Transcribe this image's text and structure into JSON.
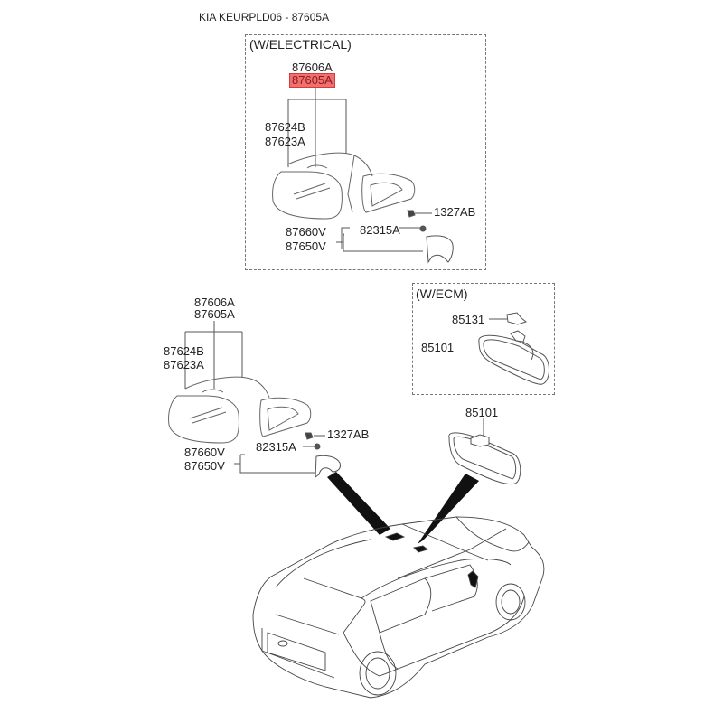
{
  "header": {
    "title": "KIA KEURPLD06 - 87605A"
  },
  "highlight_color": "#f07070",
  "group_electrical": {
    "title": "(W/ELECTRICAL)",
    "labels": {
      "assy_lh": "87606A",
      "assy_rh": "87605A",
      "glass_a": "87624B",
      "glass_b": "87623A",
      "screw": "1327AB",
      "cover_a": "87660V",
      "cover_b": "87650V",
      "clip": "82315A"
    }
  },
  "group_standard": {
    "labels": {
      "assy_lh": "87606A",
      "assy_rh": "87605A",
      "glass_a": "87624B",
      "glass_b": "87623A",
      "screw": "1327AB",
      "cover_a": "87660V",
      "cover_b": "87650V",
      "clip": "82315A"
    }
  },
  "group_ecm": {
    "title": "(W/ECM)",
    "labels": {
      "cover": "85131",
      "mirror": "85101"
    }
  },
  "inside_mirror": {
    "label": "85101"
  }
}
